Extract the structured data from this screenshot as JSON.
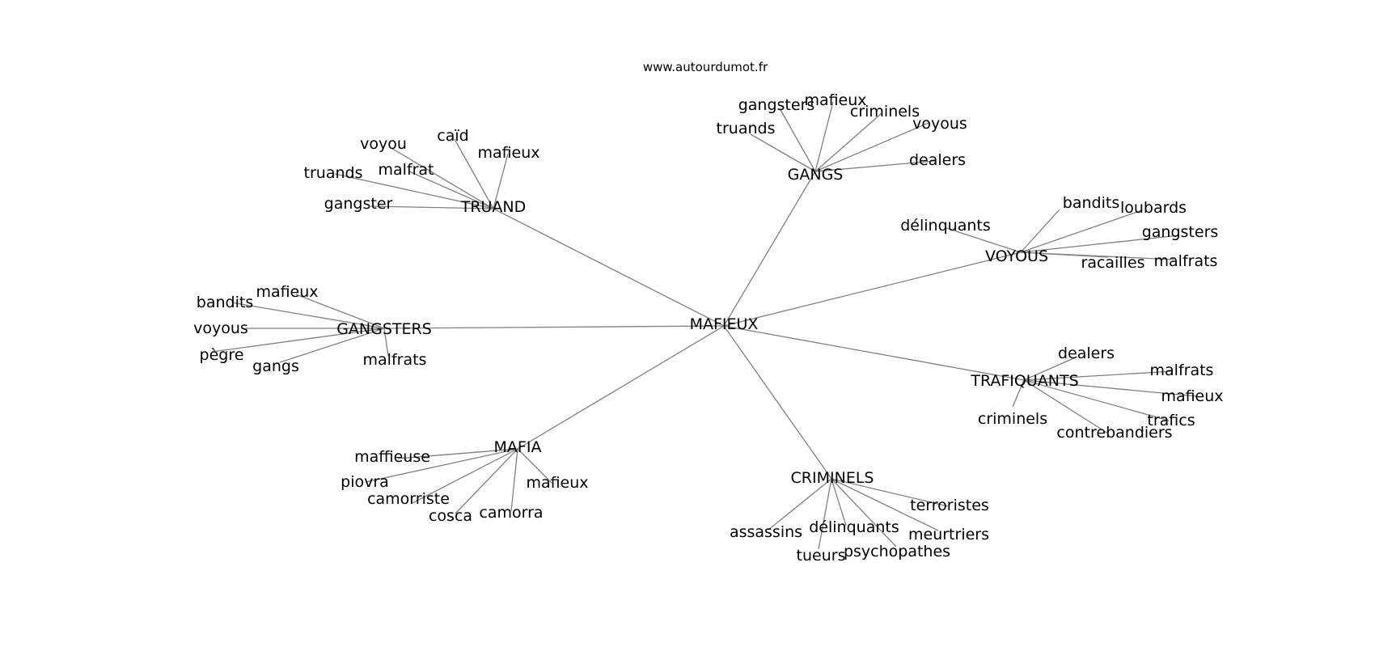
{
  "source": "www.autourdumot.fr",
  "center": "MAFIEUX",
  "hubs": [
    {
      "label": "TRUAND",
      "leaves": [
        "voyou",
        "caïd",
        "mafieux",
        "truands",
        "malfrat",
        "gangster"
      ]
    },
    {
      "label": "GANGS",
      "leaves": [
        "gangsters",
        "mafieux",
        "criminels",
        "truands",
        "voyous",
        "dealers"
      ]
    },
    {
      "label": "VOYOUS",
      "leaves": [
        "délinquants",
        "bandits",
        "loubards",
        "gangsters",
        "racailles",
        "malfrats"
      ]
    },
    {
      "label": "GANGSTERS",
      "leaves": [
        "mafieux",
        "bandits",
        "voyous",
        "pègre",
        "gangs",
        "malfrats"
      ]
    },
    {
      "label": "TRAFIQUANTS",
      "leaves": [
        "dealers",
        "malfrats",
        "mafieux",
        "criminels",
        "trafics",
        "contrebandiers"
      ]
    },
    {
      "label": "MAFIA",
      "leaves": [
        "maffieuse",
        "piovra",
        "camorriste",
        "cosca",
        "camorra",
        "mafieux"
      ]
    },
    {
      "label": "CRIMINELS",
      "leaves": [
        "terroristes",
        "assassins",
        "délinquants",
        "meurtriers",
        "tueurs",
        "psychopathes"
      ]
    }
  ],
  "colors": {
    "edge": "#808080",
    "text": "#000000",
    "background": "#ffffff"
  }
}
